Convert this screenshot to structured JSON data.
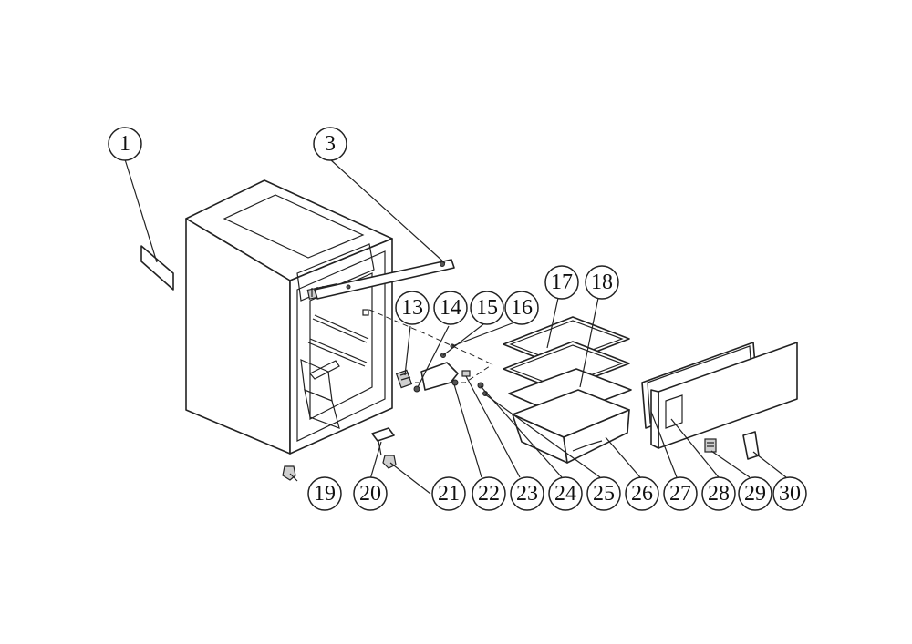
{
  "callouts": [
    {
      "id": "c1",
      "label": "1"
    },
    {
      "id": "c3",
      "label": "3"
    },
    {
      "id": "c13",
      "label": "13"
    },
    {
      "id": "c14",
      "label": "14"
    },
    {
      "id": "c15",
      "label": "15"
    },
    {
      "id": "c16",
      "label": "16"
    },
    {
      "id": "c17",
      "label": "17"
    },
    {
      "id": "c18",
      "label": "18"
    },
    {
      "id": "c19",
      "label": "19"
    },
    {
      "id": "c20",
      "label": "20"
    },
    {
      "id": "c21",
      "label": "21"
    },
    {
      "id": "c22",
      "label": "22"
    },
    {
      "id": "c23",
      "label": "23"
    },
    {
      "id": "c24",
      "label": "24"
    },
    {
      "id": "c25",
      "label": "25"
    },
    {
      "id": "c26",
      "label": "26"
    },
    {
      "id": "c27",
      "label": "27"
    },
    {
      "id": "c28",
      "label": "28"
    },
    {
      "id": "c29",
      "label": "29"
    },
    {
      "id": "c30",
      "label": "30"
    }
  ]
}
